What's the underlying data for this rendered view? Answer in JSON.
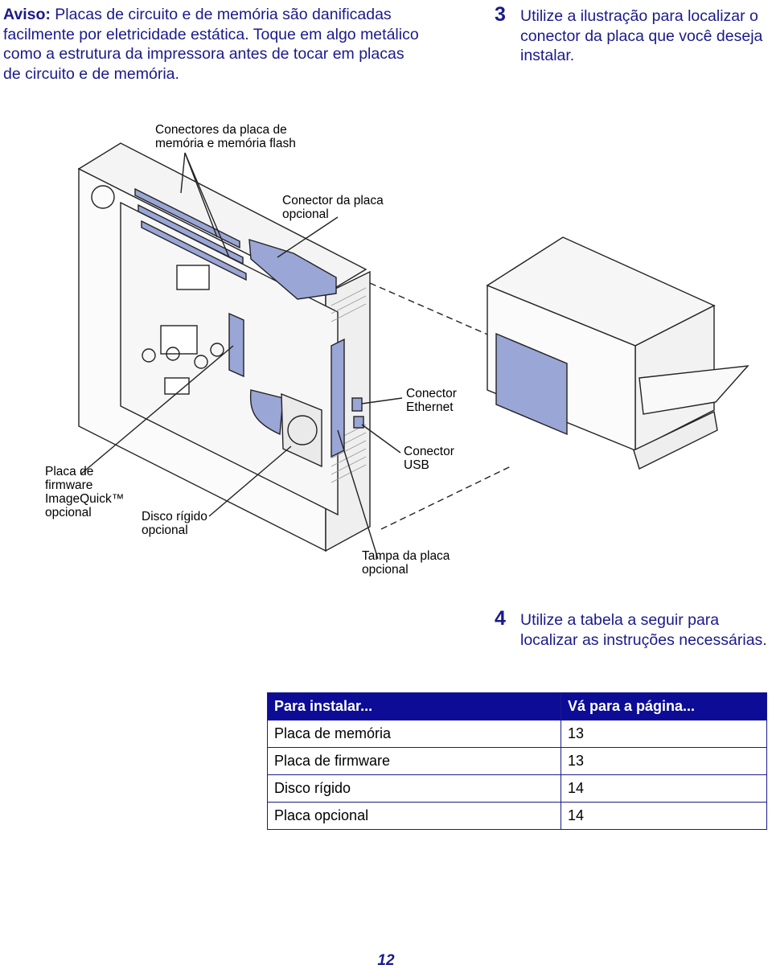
{
  "warning": {
    "label": "Aviso:",
    "text": "Placas de circuito e de memória são danificadas facilmente por eletricidade estática. Toque em algo metálico como a estrutura da impressora antes de tocar em placas de circuito e de memória."
  },
  "step3": {
    "number": "3",
    "text": "Utilize a ilustração para localizar o conector da placa que você deseja instalar."
  },
  "illustration": {
    "callouts": {
      "memory_connectors": [
        "Conectores da placa de",
        "memória e memória flash"
      ],
      "option_card_connector": [
        "Conector da placa",
        "opcional"
      ],
      "ethernet_connector": [
        "Conector",
        "Ethernet"
      ],
      "usb_connector": [
        "Conector",
        "USB"
      ],
      "firmware_card": [
        "Placa de",
        "firmware",
        "ImageQuick™",
        "opcional"
      ],
      "hard_disk": [
        "Disco rígido",
        "opcional"
      ],
      "option_cover": [
        "Tampa da placa",
        "opcional"
      ]
    },
    "colors": {
      "highlight": "#9aa6d6",
      "line": "#222222"
    }
  },
  "step4": {
    "number": "4",
    "text": "Utilize a tabela a seguir para localizar as instruções necessárias."
  },
  "table": {
    "headers": [
      "Para instalar...",
      "Vá para a página..."
    ],
    "rows": [
      [
        "Placa de memória",
        "13"
      ],
      [
        "Placa de firmware",
        "13"
      ],
      [
        "Disco rígido",
        "14"
      ],
      [
        "Placa opcional",
        "14"
      ]
    ],
    "header_color": "#0c0c96"
  },
  "page_number": "12"
}
